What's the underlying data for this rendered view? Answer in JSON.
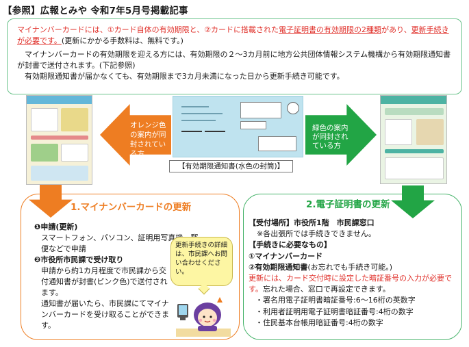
{
  "title": "【参照】広報とみや 令和7年5月号掲載記事",
  "intro": {
    "p1_red_a": "マイナンバーカードには、①カード自体の有効期限と、②カードに搭載された",
    "p1_red_b": "電子証明書の有効期限の2種類",
    "p1_red_c": "があり、",
    "p1_red_d": "更新手続きが必要です。",
    "p1_black": "(更新にかかる手数料は、無料です。)",
    "p2": "マイナンバーカードの有効期限を迎える方には、有効期限の２～3カ月前に地方公共団体情報システム機構から有効期限通知書が封書で送付されます。(下記参照)",
    "p3": "有効期限通知書が届かなくても、有効期限まで3カ月未満になった日から更新手続き可能です。"
  },
  "arrows": {
    "left_label": "オレンジ色の案内が同封されている方",
    "right_label": "緑色の案内が同封されている方"
  },
  "envelope": {
    "caption": "【有効期限通知書(水色の封筒)】"
  },
  "section1": {
    "title": "1.マイナンバーカードの更新",
    "item1_heading": "❶申請(更新)",
    "item1_body": "スマートフォン、パソコン、証明用写真機、郵便などで申請",
    "item2_heading": "❷市役所市民課で受け取り",
    "item2_body": "申請から約1カ月程度で市民課から交付通知書が封書(ピンク色)で送付されます。",
    "item2_body2": "通知書が届いたら、市民課にてマイナンバーカードを受け取ることができます。",
    "bubble": "更新手続きの詳細は、市民課へお問い合わせください。"
  },
  "section2": {
    "title": "2.電子証明書の更新",
    "place": "【受付場所】市役所1階　市民課窓口",
    "place_note": "※各出張所では手続きできません。",
    "needs_heading": "【手続きに必要なもの】",
    "need1": "①マイナンバーカード",
    "need2_bold": "②有効期限通知書",
    "need2_rest": "(お忘れでも手続き可能。)",
    "warning_red": "更新には、カード交付時に設定した暗証番号の入力が必要です。",
    "warning_rest": "忘れた場合、窓口で再設定できます。",
    "pin1": "・署名用電子証明書暗証番号:6～16桁の英数字",
    "pin2": "・利用者証明用電子証明書暗証番号:4桁の数字",
    "pin3": "・住民基本台帳用暗証番号:4桁の数字"
  },
  "colors": {
    "orange": "#ee7d22",
    "green": "#22a545",
    "red_text": "#e0302a",
    "envelope_blue": "#bfe3ef"
  }
}
